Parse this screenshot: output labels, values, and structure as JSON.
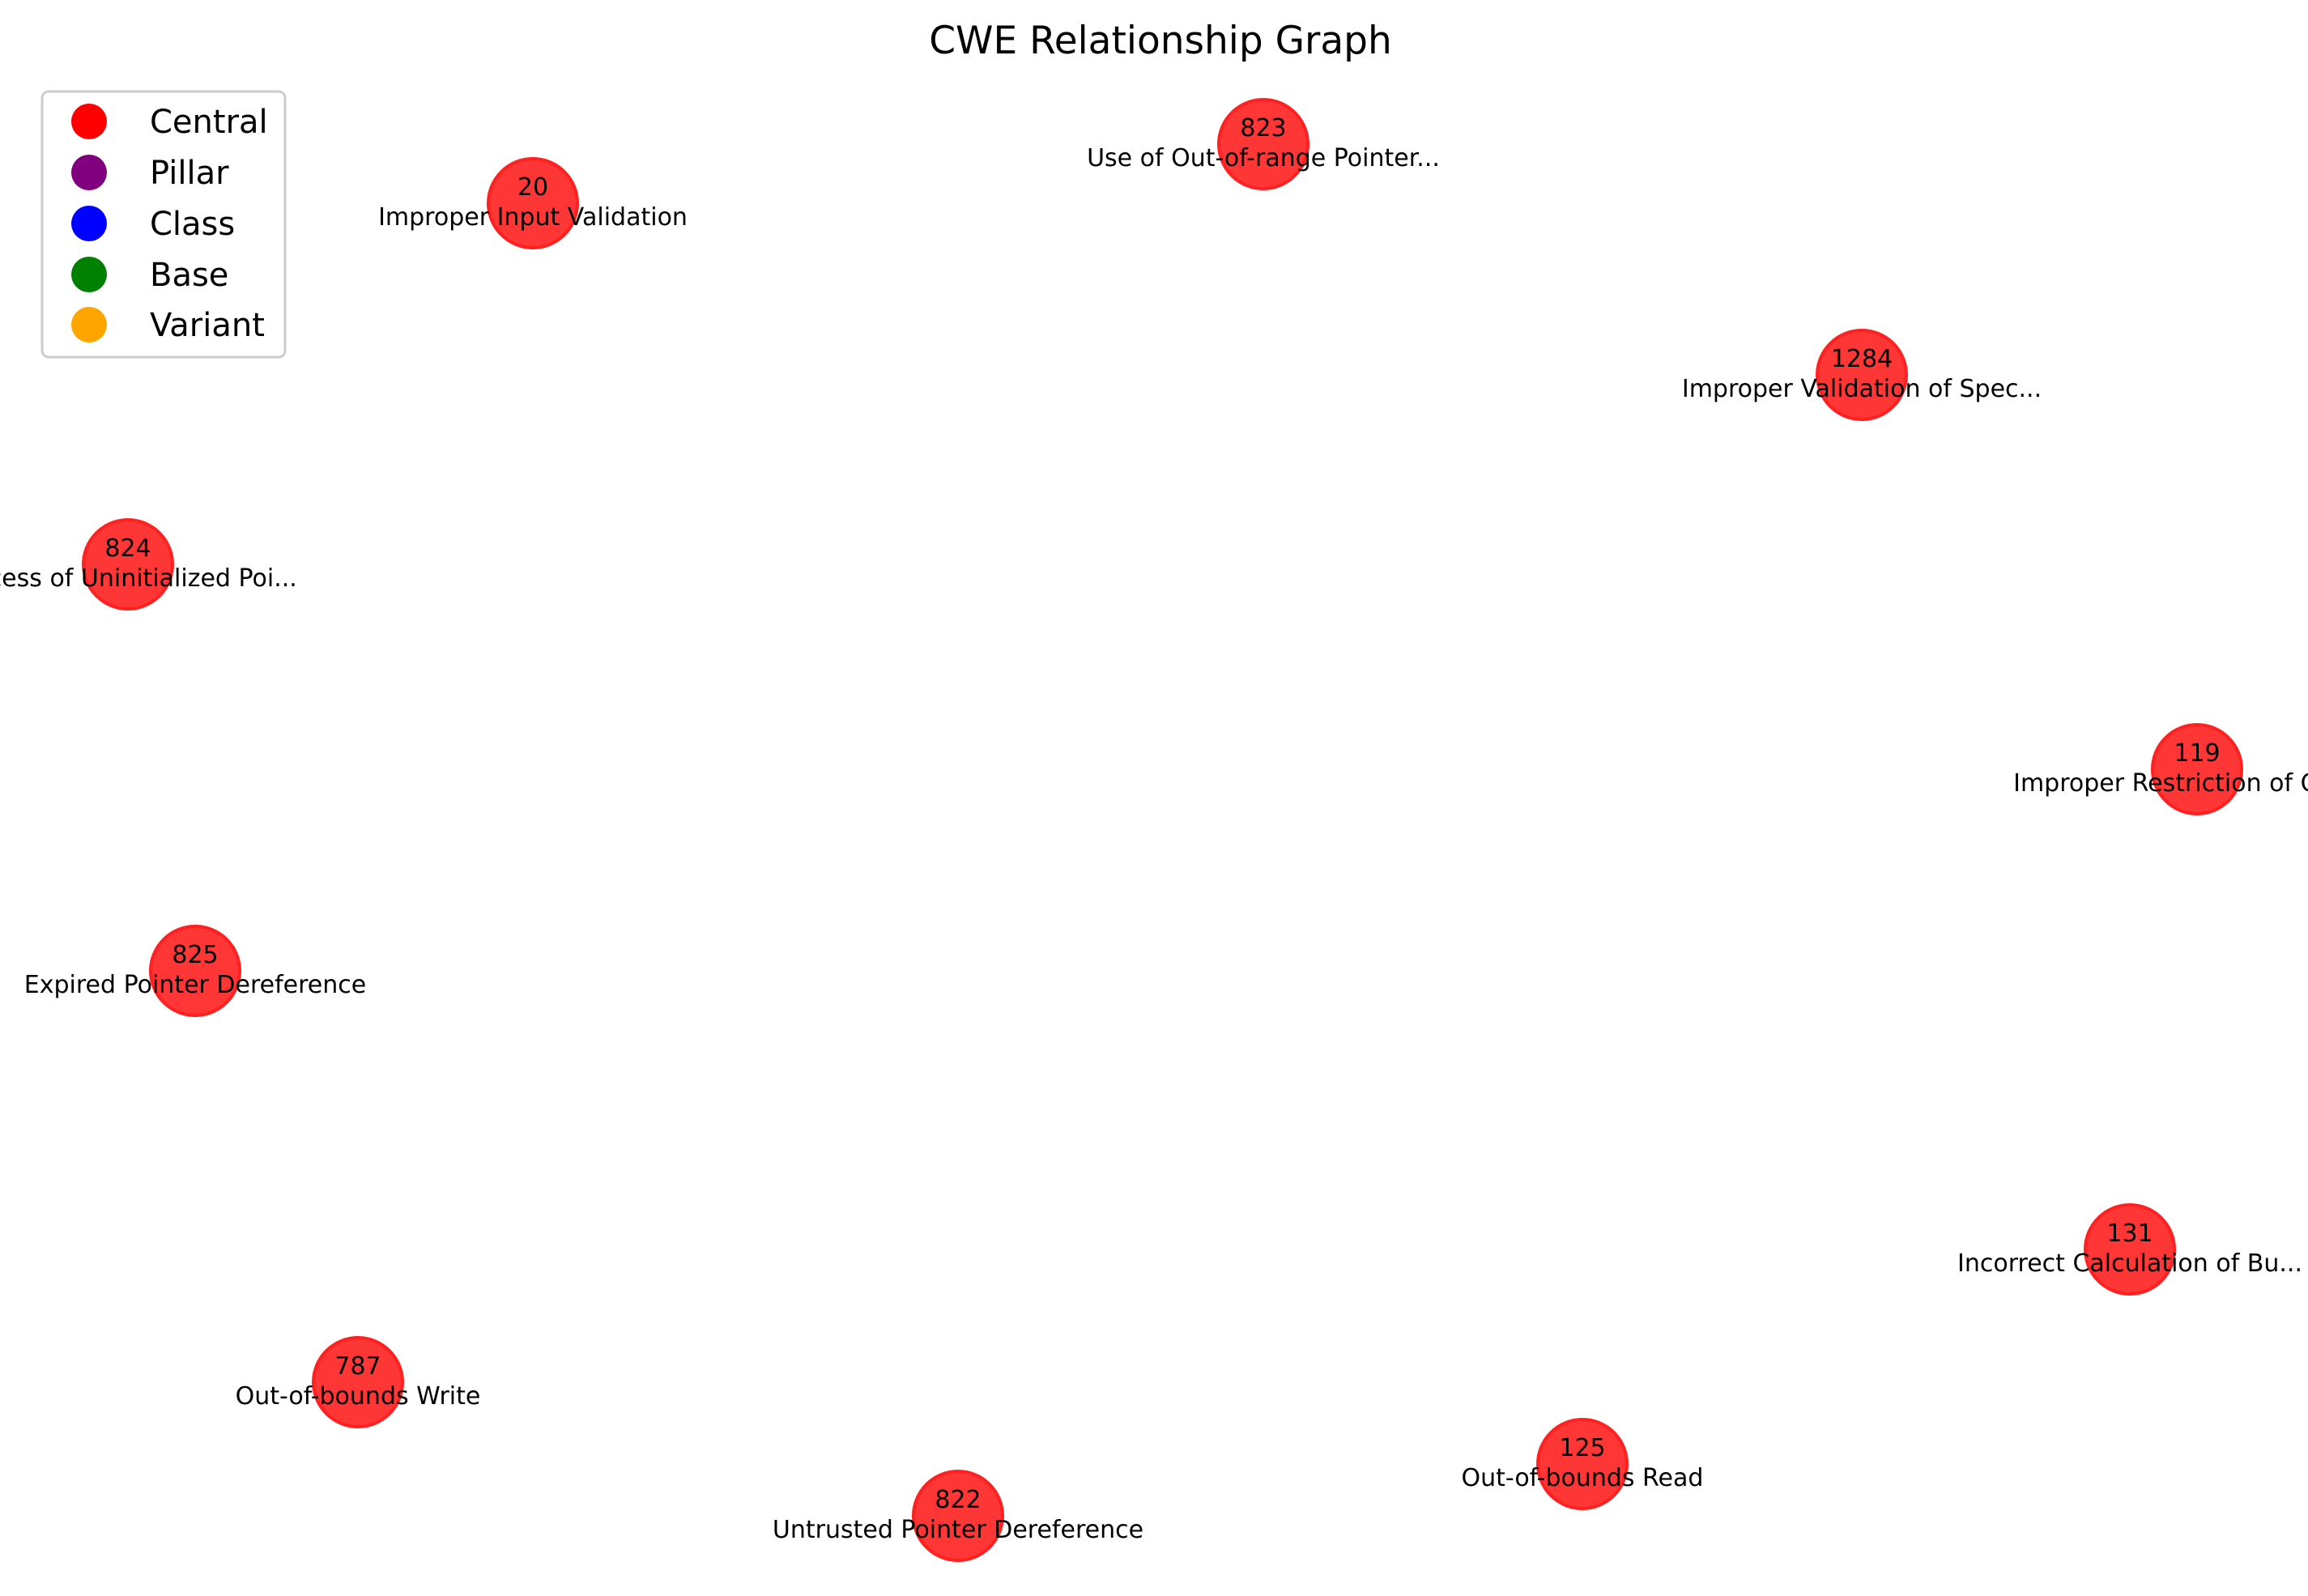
{
  "title": "CWE Relationship Graph",
  "legend": [
    {
      "label": "Central",
      "color": "#ff0000"
    },
    {
      "label": "Pillar",
      "color": "#800080"
    },
    {
      "label": "Class",
      "color": "#0000ff"
    },
    {
      "label": "Base",
      "color": "#008000"
    },
    {
      "label": "Variant",
      "color": "#ffa500"
    }
  ],
  "node_color": "#ff2020",
  "nodes": [
    {
      "id": "823",
      "name": "Use of Out-of-range Pointer..."
    },
    {
      "id": "20",
      "name": "Improper Input Validation"
    },
    {
      "id": "1284",
      "name": "Improper Validation of Spec..."
    },
    {
      "id": "824",
      "name": "Access of Uninitialized Poi..."
    },
    {
      "id": "119",
      "name": "Improper Restriction of Oper..."
    },
    {
      "id": "825",
      "name": "Expired Pointer Dereference"
    },
    {
      "id": "131",
      "name": "Incorrect Calculation of Bu..."
    },
    {
      "id": "787",
      "name": "Out-of-bounds Write"
    },
    {
      "id": "125",
      "name": "Out-of-bounds Read"
    },
    {
      "id": "822",
      "name": "Untrusted Pointer Dereference"
    }
  ]
}
